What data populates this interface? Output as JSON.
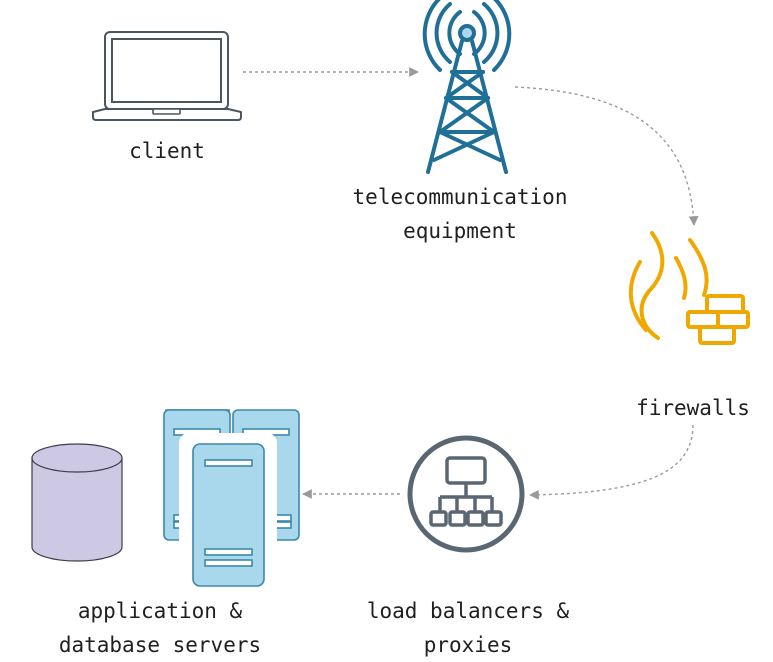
{
  "nodes": {
    "client": {
      "label": "client"
    },
    "tower": {
      "label_line1": "telecommunication",
      "label_line2": "equipment"
    },
    "firewalls": {
      "label": "firewalls"
    },
    "load_balancers": {
      "label_line1": "load balancers &",
      "label_line2": "proxies"
    },
    "servers": {
      "label_line1": "application &",
      "label_line2": "database servers"
    }
  },
  "colors": {
    "laptop_stroke": "#4a5560",
    "laptop_fill": "#ffffff",
    "tower": "#1f6f96",
    "firewall": "#f0a800",
    "balancer": "#5a6672",
    "server_fill": "#a9d8ec",
    "server_stroke": "#3a88ad",
    "database_fill": "#cdc9e4",
    "database_stroke": "#3c3c4c",
    "arrow": "#9a9a9a"
  },
  "icons": [
    "laptop-icon",
    "radio-tower-icon",
    "firewall-icon",
    "load-balancer-icon",
    "server-rack-icon",
    "database-icon"
  ]
}
